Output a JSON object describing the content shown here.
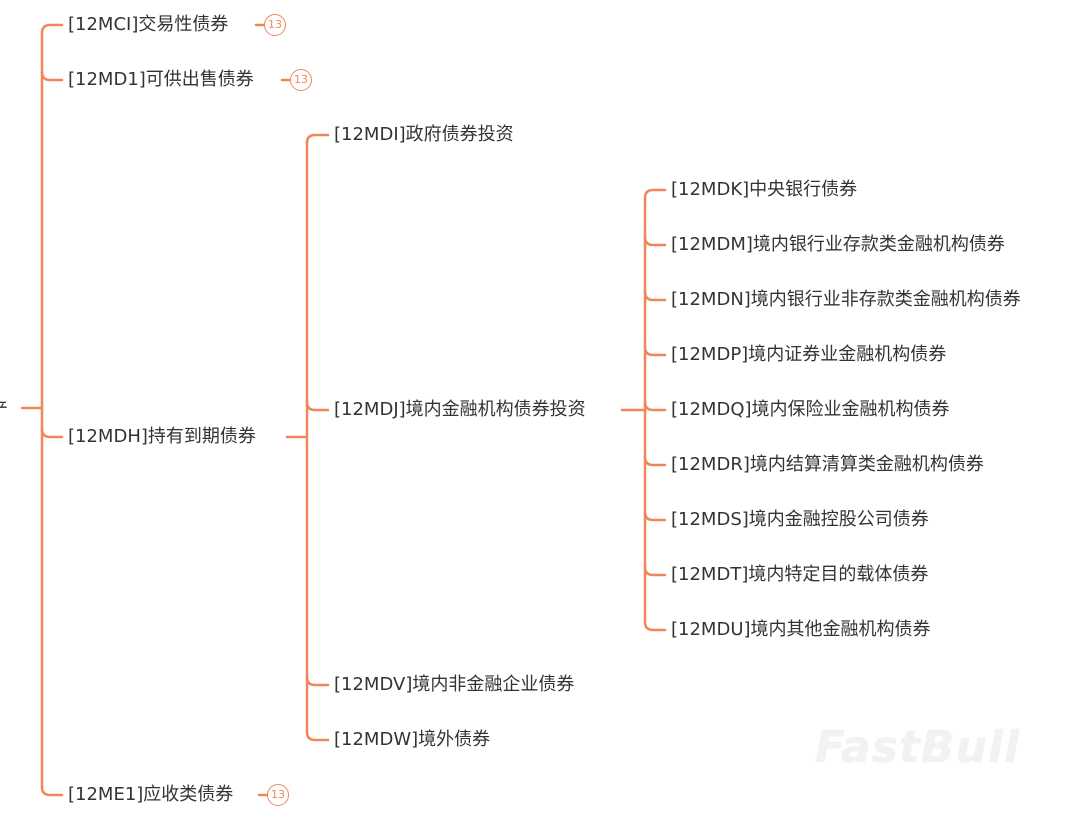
{
  "root": {
    "label": "产"
  },
  "level1": [
    {
      "label": "[12MCI]交易性债券",
      "badge": "13"
    },
    {
      "label": "[12MD1]可供出售债券",
      "badge": "13"
    },
    {
      "label": "[12MDH]持有到期债券"
    },
    {
      "label": "[12ME1]应收类债券",
      "badge": "13"
    }
  ],
  "level2": [
    {
      "label": "[12MDI]政府债券投资"
    },
    {
      "label": "[12MDJ]境内金融机构债券投资"
    },
    {
      "label": "[12MDV]境内非金融企业债券"
    },
    {
      "label": "[12MDW]境外债券"
    }
  ],
  "level3": [
    {
      "label": "[12MDK]中央银行债券"
    },
    {
      "label": "[12MDM]境内银行业存款类金融机构债券"
    },
    {
      "label": "[12MDN]境内银行业非存款类金融机构债券"
    },
    {
      "label": "[12MDP]境内证券业金融机构债券"
    },
    {
      "label": "[12MDQ]境内保险业金融机构债券"
    },
    {
      "label": "[12MDR]境内结算清算类金融机构债券"
    },
    {
      "label": "[12MDS]境内金融控股公司债券"
    },
    {
      "label": "[12MDT]境内特定目的载体债券"
    },
    {
      "label": "[12MDU]境内其他金融机构债券"
    }
  ],
  "watermark": "FastBull",
  "colors": {
    "line": "#f0875a",
    "text": "#333333"
  }
}
